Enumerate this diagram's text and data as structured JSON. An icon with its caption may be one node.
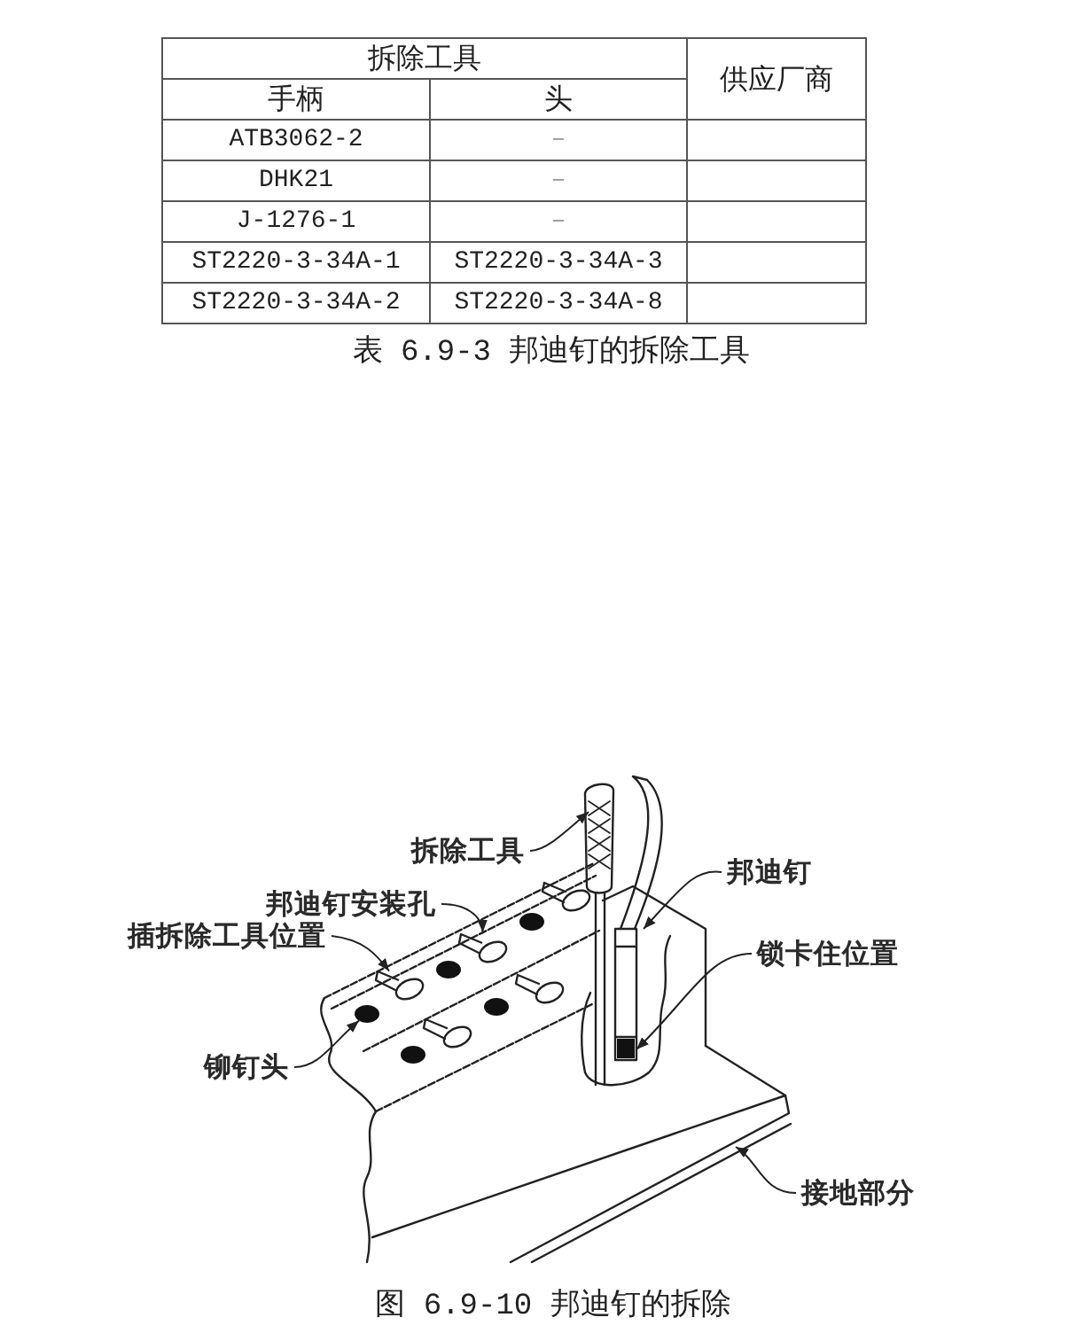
{
  "diagram": {
    "caption": "图 6.9-10 邦迪钉的拆除",
    "nodes": [
      {
        "text": [
          "拆除工具"
        ]
      },
      {
        "text": [
          "邦迪钉"
        ]
      },
      {
        "text": [
          "邦迪钉安装孔"
        ]
      },
      {
        "text": [
          "插拆除工具位置"
        ]
      },
      {
        "text": [
          "锁卡住位置"
        ]
      },
      {
        "text": [
          "铆钉头"
        ]
      },
      {
        "text": [
          "接地部分"
        ]
      },
      {
        "text": [],
        "shape": "keyhole"
      },
      {
        "text": [],
        "shape": "keyhole"
      },
      {
        "text": [],
        "shape": "circle"
      }
    ],
    "edges": [
      {
        "from": 0,
        "to": null,
        "arrow": "to"
      },
      {
        "from": 1,
        "to": null,
        "arrow": "to"
      },
      {
        "from": 2,
        "to": 7,
        "arrow": "to"
      },
      {
        "from": 3,
        "to": 8,
        "arrow": "to"
      },
      {
        "from": 4,
        "to": null,
        "arrow": "to"
      },
      {
        "from": 5,
        "to": 9,
        "arrow": "to"
      },
      {
        "from": 6,
        "to": null,
        "arrow": "to"
      }
    ],
    "labels": [
      "拆除工具",
      "供应厂商",
      "手柄",
      "头",
      "ATB3062-2",
      "–",
      "DHK21",
      "–",
      "J-1276-1",
      "–",
      "ST2220-3-34A-1",
      "ST2220-3-34A-3",
      "ST2220-3-34A-2",
      "ST2220-3-34A-8",
      "表 6.9-3 邦迪钉的拆除工具"
    ]
  }
}
